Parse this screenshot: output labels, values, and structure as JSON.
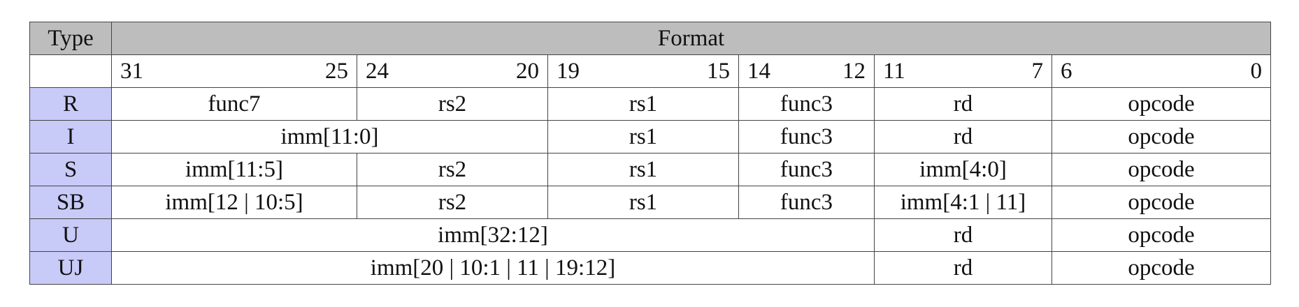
{
  "header": {
    "type_label": "Type",
    "format_label": "Format"
  },
  "bit_ranges": [
    {
      "high": "31",
      "low": "25"
    },
    {
      "high": "24",
      "low": "20"
    },
    {
      "high": "19",
      "low": "15"
    },
    {
      "high": "14",
      "low": "12"
    },
    {
      "high": "11",
      "low": "7"
    },
    {
      "high": "6",
      "low": "0"
    }
  ],
  "rows": {
    "r": {
      "type": "R",
      "fields": [
        "func7",
        "rs2",
        "rs1",
        "func3",
        "rd",
        "opcode"
      ]
    },
    "i": {
      "type": "I",
      "fields": [
        "imm[11:0]",
        "rs1",
        "func3",
        "rd",
        "opcode"
      ]
    },
    "s": {
      "type": "S",
      "fields": [
        "imm[11:5]",
        "rs2",
        "rs1",
        "func3",
        "imm[4:0]",
        "opcode"
      ]
    },
    "sb": {
      "type": "SB",
      "fields": [
        "imm[12 | 10:5]",
        "rs2",
        "rs1",
        "func3",
        "imm[4:1 | 11]",
        "opcode"
      ]
    },
    "u": {
      "type": "U",
      "fields": [
        "imm[32:12]",
        "rd",
        "opcode"
      ]
    },
    "uj": {
      "type": "UJ",
      "fields": [
        "imm[20 | 10:1 | 11 | 19:12]",
        "rd",
        "opcode"
      ]
    }
  },
  "colors": {
    "header_bg": "#bdbdbd",
    "type_cell_bg": "#c8caf7",
    "border": "#444444"
  }
}
